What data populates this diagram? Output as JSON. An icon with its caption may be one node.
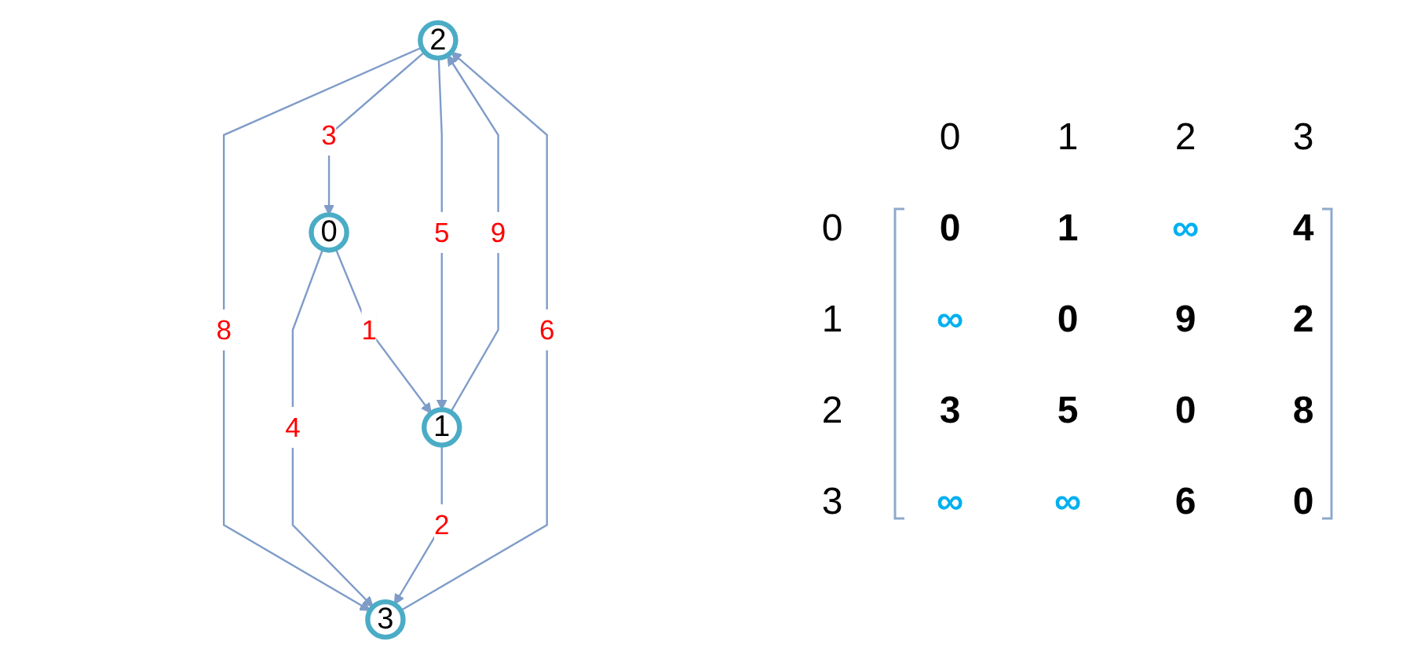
{
  "diagram": {
    "nodes": [
      {
        "text": [
          "2"
        ]
      },
      {
        "text": [
          "3"
        ]
      },
      {
        "text": [
          "0"
        ]
      },
      {
        "text": [
          "1"
        ]
      }
    ],
    "edges": [
      {
        "from": 0,
        "to": 1,
        "arrow": "to",
        "label": "8"
      },
      {
        "from": 1,
        "to": 0,
        "arrow": "to",
        "label": "6"
      },
      {
        "from": 0,
        "to": 2,
        "arrow": "to",
        "label": "3"
      },
      {
        "from": 2,
        "to": 3,
        "arrow": "to",
        "label": "1"
      },
      {
        "from": 2,
        "to": 1,
        "arrow": "to",
        "label": "4"
      },
      {
        "from": 0,
        "to": 3,
        "arrow": "to",
        "label": "5"
      },
      {
        "from": 3,
        "to": 0,
        "arrow": "to",
        "label": "9"
      },
      {
        "from": 3,
        "to": 1,
        "arrow": "to",
        "label": "2"
      }
    ],
    "labels": [
      "0",
      "1",
      "2",
      "3",
      "0",
      "0",
      "1",
      "∞",
      "4",
      "1",
      "∞",
      "0",
      "9",
      "2",
      "2",
      "3",
      "5",
      "0",
      "8",
      "3",
      "∞",
      "∞",
      "6",
      "0"
    ]
  }
}
